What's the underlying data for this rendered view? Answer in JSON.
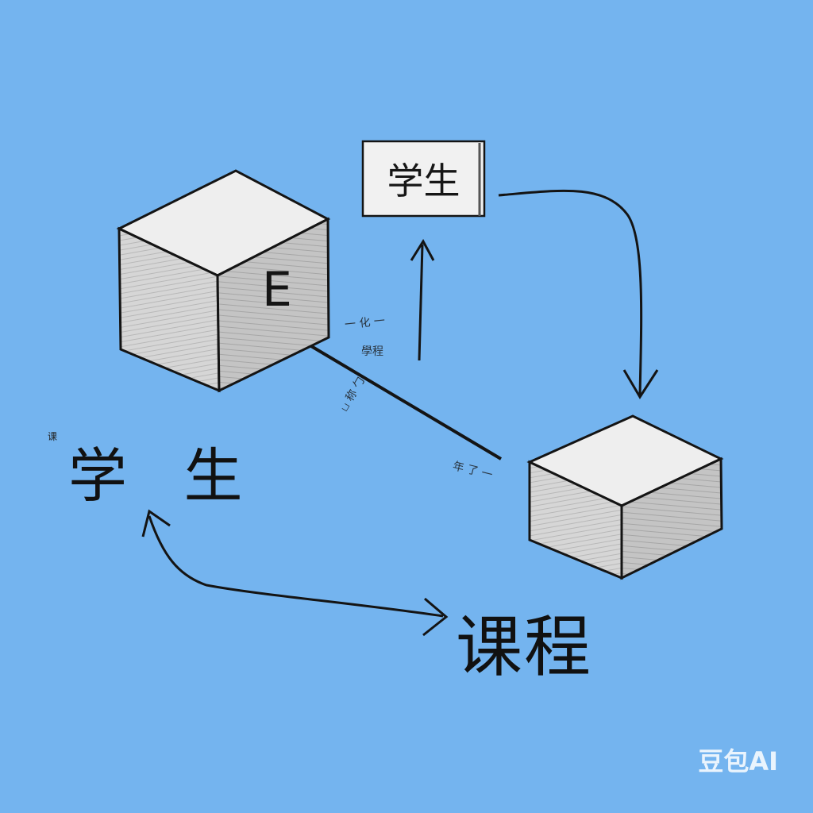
{
  "colors": {
    "background": "#74b4ef",
    "ink": "#141414",
    "cube_top": "#eeeeee",
    "cube_front": "#d9d9d9",
    "cube_side": "#c2c2c2",
    "label_box": "#f1f1f1"
  },
  "nodes": {
    "cube_left": {
      "face_letter": "E"
    },
    "label_box": {
      "text": "学生"
    },
    "cube_right": {}
  },
  "labels": {
    "student": "学 生",
    "course": "课程",
    "small_course": "课"
  },
  "scribbles": [
    "一 化 一",
    "學程",
    "ப 称 勹",
    "年 了 一"
  ],
  "watermark": "豆包AI"
}
